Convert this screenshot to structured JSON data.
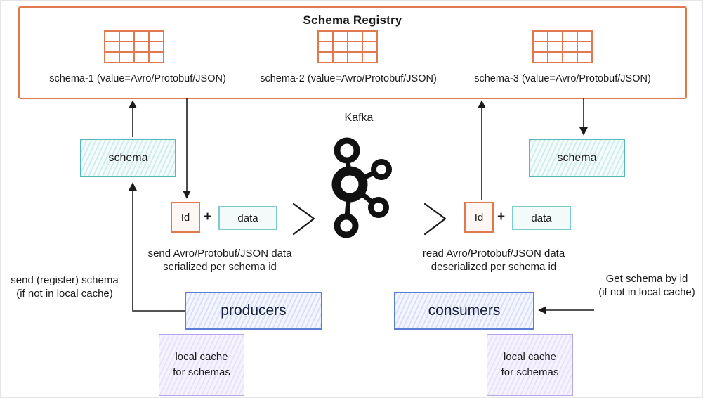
{
  "colors": {
    "orange": "#e0794d",
    "teal": "#54b8bc",
    "blue": "#5b7fd6",
    "purple": "#b5a7ea",
    "text": "#1a1a1a"
  },
  "registry": {
    "title": "Schema Registry",
    "schemas": [
      {
        "label": "schema-1 (value=Avro/Protobuf/JSON)"
      },
      {
        "label": "schema-2 (value=Avro/Protobuf/JSON)"
      },
      {
        "label": "schema-3 (value=Avro/Protobuf/JSON)"
      }
    ]
  },
  "kafka": {
    "label": "Kafka"
  },
  "producer_side": {
    "schema_label": "schema",
    "id_label": "Id",
    "plus": "+",
    "data_label": "data",
    "flow_line1": "send Avro/Protobuf/JSON data",
    "flow_line2": "serialized per schema id",
    "note_line1": "send (register) schema",
    "note_line2": "(if not in local cache)",
    "actor_label": "producers",
    "cache_line1": "local cache",
    "cache_line2": "for schemas"
  },
  "consumer_side": {
    "schema_label": "schema",
    "id_label": "Id",
    "plus": "+",
    "data_label": "data",
    "flow_line1": "read Avro/Protobuf/JSON data",
    "flow_line2": "deserialized per schema id",
    "note_line1": "Get schema by id",
    "note_line2": "(if not in local cache)",
    "actor_label": "consumers",
    "cache_line1": "local cache",
    "cache_line2": "for schemas"
  }
}
